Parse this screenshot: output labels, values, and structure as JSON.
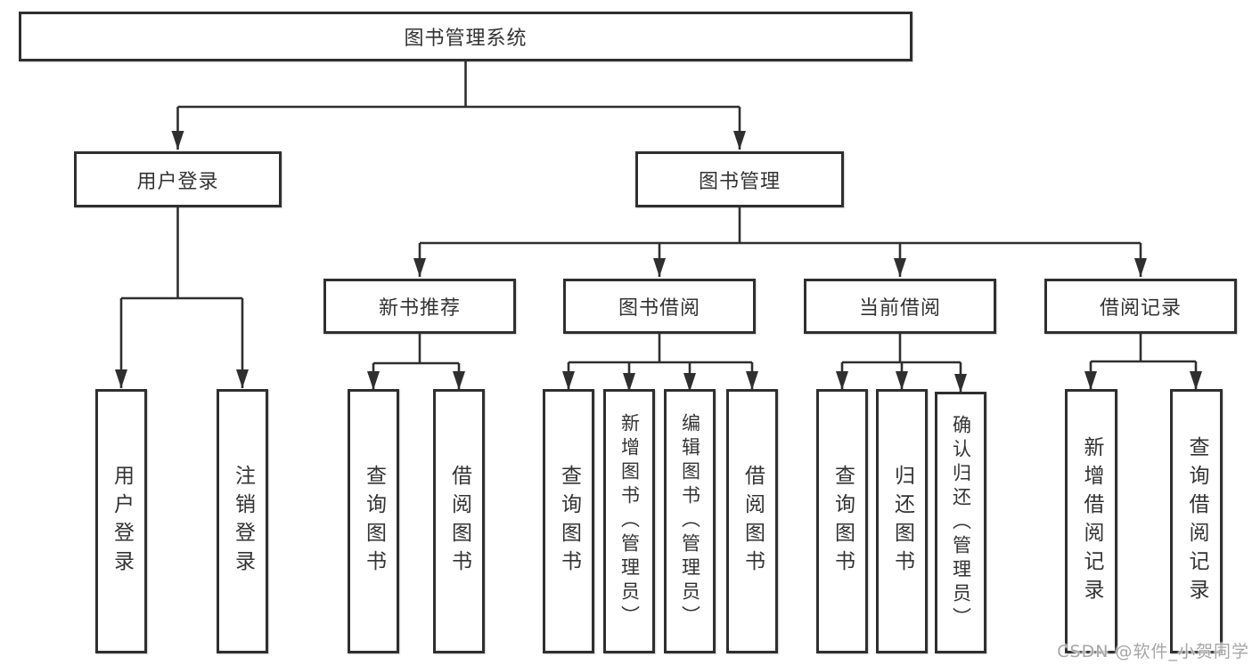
{
  "diagram": {
    "root": {
      "label": "图书管理系统"
    },
    "branches": [
      {
        "label": "用户登录",
        "children": [
          {
            "label": "用户登录"
          },
          {
            "label": "注销登录"
          }
        ]
      },
      {
        "label": "图书管理",
        "children": [
          {
            "label": "新书推荐",
            "children": [
              {
                "label": "查询图书"
              },
              {
                "label": "借阅图书"
              }
            ]
          },
          {
            "label": "图书借阅",
            "children": [
              {
                "label": "查询图书"
              },
              {
                "label": "新增图书（管理员）"
              },
              {
                "label": "编辑图书（管理员）"
              },
              {
                "label": "借阅图书"
              }
            ]
          },
          {
            "label": "当前借阅",
            "children": [
              {
                "label": "查询图书"
              },
              {
                "label": "归还图书"
              },
              {
                "label": "确认归还（管理员）"
              }
            ]
          },
          {
            "label": "借阅记录",
            "children": [
              {
                "label": "新增借阅记录"
              },
              {
                "label": "查询借阅记录"
              }
            ]
          }
        ]
      }
    ]
  },
  "colors": {
    "line": "#2f2f2f",
    "box_border": "#2f2f2f",
    "text": "#333333",
    "watermark": "#a6a6a6"
  },
  "watermark": {
    "text": "CSDN @软件_小贺同学"
  }
}
